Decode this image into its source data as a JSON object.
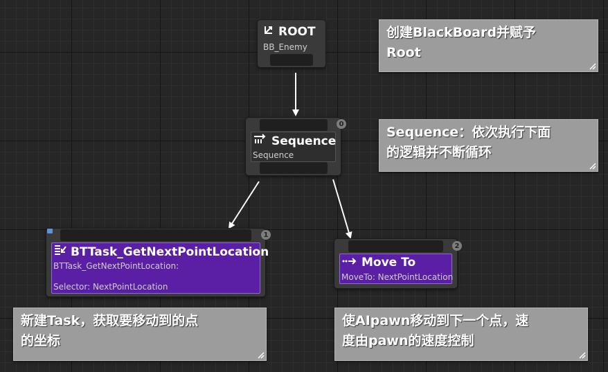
{
  "nodes": {
    "root": {
      "title": "ROOT",
      "subtitle": "BB_Enemy",
      "icon": "root-icon"
    },
    "sequence": {
      "title": "Sequence",
      "subtitle": "Sequence",
      "badge": "0",
      "icon": "sequence-icon"
    },
    "task": {
      "title": "BTTask_GetNextPointLocation",
      "line1": "BTTask_GetNextPointLocation:",
      "line2": "Selector: NextPointLocation",
      "badge": "1",
      "icon": "task-icon"
    },
    "moveto": {
      "title": "Move To",
      "subtitle": "MoveTo: NextPointLocation",
      "badge": "2",
      "icon": "moveto-icon"
    }
  },
  "comments": {
    "c1": {
      "line1": "创建BlackBoard并赋予",
      "line2": "Root"
    },
    "c2": {
      "line1": "Sequence：依次执行下面",
      "line2": "的逻辑并不断循环"
    },
    "c3": {
      "line1": "新建Task，获取要移动到的点",
      "line2": "的坐标"
    },
    "c4": {
      "line1": "使AIpawn移动到下一个点，速",
      "line2": "度由pawn的速度控制"
    }
  },
  "colors": {
    "task_purple": "#5b1fa6",
    "task_border": "#8e6bd1"
  }
}
